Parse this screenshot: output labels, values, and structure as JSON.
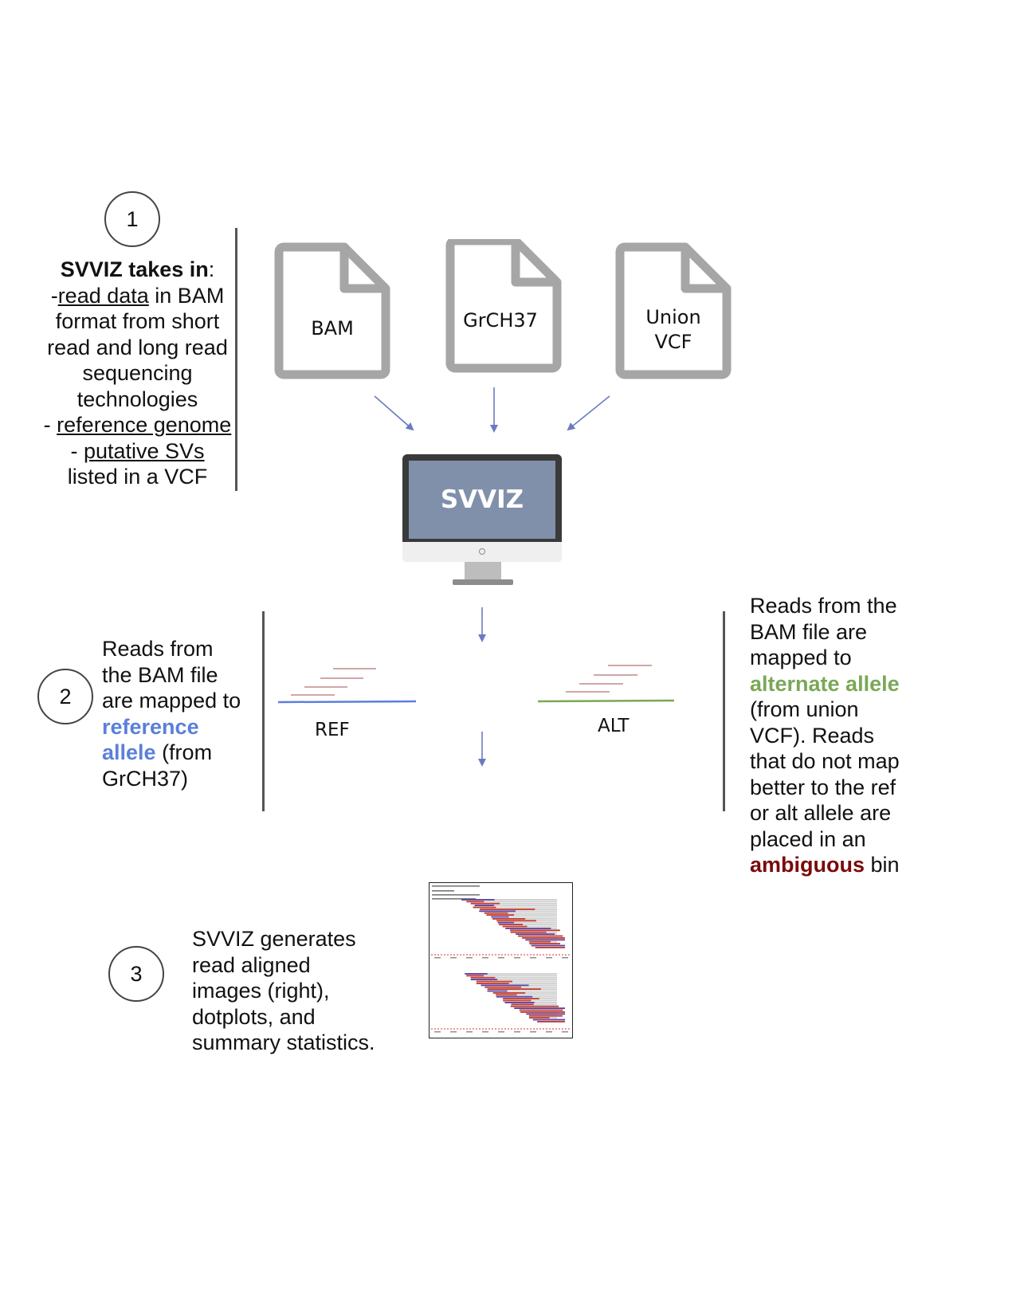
{
  "step1": {
    "number": "1",
    "title": "SVVIZ takes in",
    "title_colon": ":",
    "l1_prefix": "-",
    "l1_u": "read data",
    "l1_rest": " in BAM",
    "l2": "format from short",
    "l3": "read and long read",
    "l4": "sequencing",
    "l5": "technologies",
    "l6_prefix": "- ",
    "l6_u": "reference genome",
    "l7_prefix": "- ",
    "l7_u": "putative SVs",
    "l8": "listed in a VCF"
  },
  "files": [
    {
      "label": "BAM"
    },
    {
      "label": "GrCH37"
    },
    {
      "label_l1": "Union",
      "label_l2": "VCF"
    }
  ],
  "monitor": {
    "label": "SVVIZ"
  },
  "step2": {
    "number": "2",
    "l1": "Reads from",
    "l2": "the BAM file",
    "l3": "are mapped to",
    "l4": "reference",
    "l5_colored": "allele",
    "l5_rest": " (from",
    "l6": "GrCH37)",
    "ref_label": "REF",
    "alt_label": "ALT"
  },
  "right_text": {
    "l1": "Reads from the",
    "l2": "BAM file are",
    "l3": "mapped to",
    "l4": "alternate allele",
    "l5": "(from union",
    "l6": "VCF). Reads",
    "l7": "that do not map",
    "l8": "better to the ref",
    "l9": "or alt allele are",
    "l10": "placed in an",
    "l11_colored": "ambiguous",
    "l11_rest": " bin"
  },
  "step3": {
    "number": "3",
    "l1": "SVVIZ generates",
    "l2": "read aligned",
    "l3": "images (right),",
    "l4": "dotplots, and",
    "l5": "summary statistics."
  },
  "colors": {
    "ref": "#5b7fdb",
    "alt": "#7aa857",
    "ambiguous": "#7b0a0a",
    "file_icon": "#a6a6a6",
    "screen": "#8090aa",
    "arrow": "#6a7bbf",
    "read_line": "#c08a8a"
  }
}
